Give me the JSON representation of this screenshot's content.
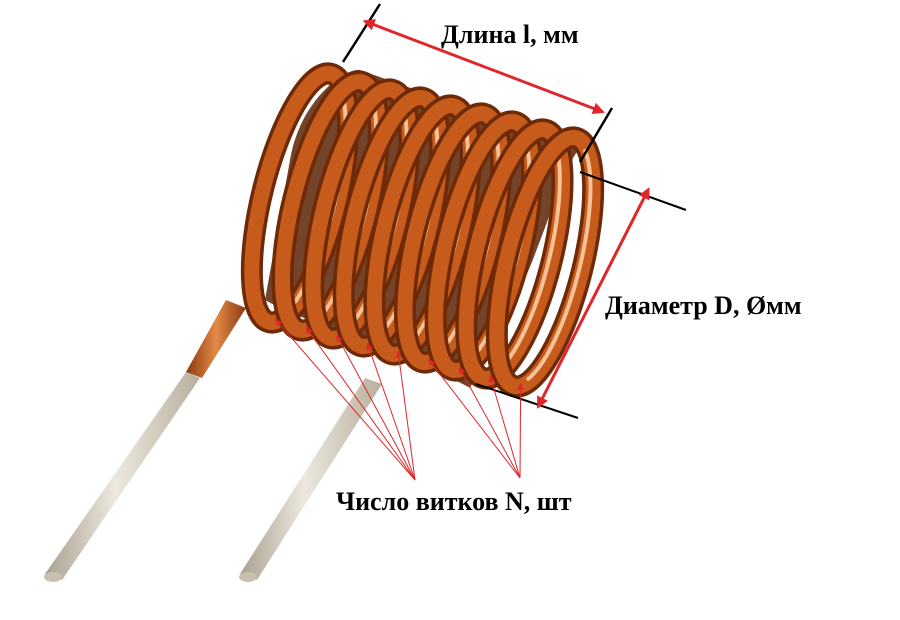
{
  "labels": {
    "length": "Длина l, мм",
    "diameter": "Диаметр D, Øмм",
    "turns": "Число витков N, шт"
  },
  "coil": {
    "turns": 9
  },
  "colors": {
    "background": "#ffffff",
    "copper_dark": "#7a2e08",
    "copper_mid": "#c1561a",
    "copper_light": "#f4b27a",
    "lead_wire": "#d8d2c4",
    "dimension_arrow": "#e0262b",
    "extension_line": "#000000",
    "pointer_line": "#e0262b",
    "text": "#000000"
  }
}
